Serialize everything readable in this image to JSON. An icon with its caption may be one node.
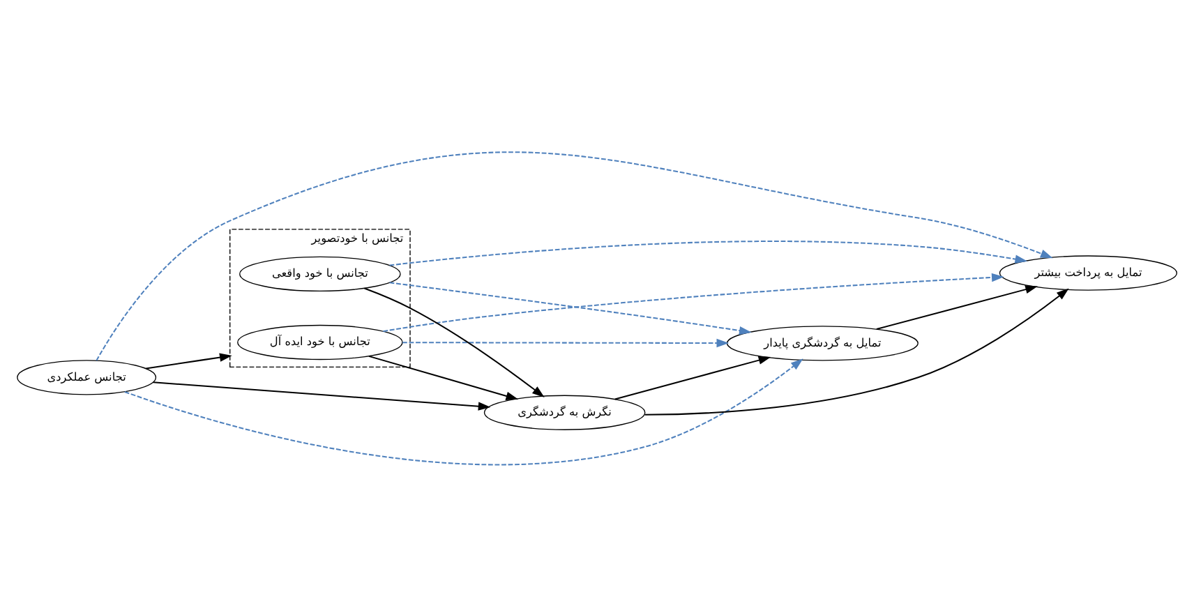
{
  "diagram": {
    "nodes": [
      {
        "text": [
          "تجانس عملکردی"
        ]
      },
      {
        "text": [
          "تجانس با خودتصویر"
        ]
      },
      {
        "text": [
          "تجانس با خود ایده آل"
        ],
        "in": 1
      },
      {
        "text": [
          "تجانس با خود واقعی"
        ],
        "in": 1
      },
      {
        "text": [
          "نگرش به گردشگری"
        ]
      },
      {
        "text": [
          "تمایل به گردشگری پایدار"
        ]
      },
      {
        "text": [
          "تمایل به پرداخت بیشتر"
        ]
      }
    ],
    "edges": [
      {
        "from": 0,
        "to": 1,
        "arrow": "to"
      },
      {
        "from": 0,
        "to": 4,
        "arrow": "to"
      },
      {
        "from": 0,
        "to": 5,
        "arrow": "to",
        "style": "dashed",
        "color": "#4f81bd"
      },
      {
        "from": 0,
        "to": 6,
        "arrow": "to",
        "style": "dashed",
        "color": "#4f81bd"
      },
      {
        "from": 2,
        "to": 4,
        "arrow": "to"
      },
      {
        "from": 2,
        "to": 5,
        "arrow": "to",
        "style": "dashed",
        "color": "#4f81bd"
      },
      {
        "from": 2,
        "to": 6,
        "arrow": "to",
        "style": "dashed",
        "color": "#4f81bd"
      },
      {
        "from": 3,
        "to": 4,
        "arrow": "to"
      },
      {
        "from": 3,
        "to": 5,
        "arrow": "to",
        "style": "dashed",
        "color": "#4f81bd"
      },
      {
        "from": 3,
        "to": 6,
        "arrow": "to",
        "style": "dashed",
        "color": "#4f81bd"
      },
      {
        "from": 4,
        "to": 5,
        "arrow": "to"
      },
      {
        "from": 4,
        "to": 6,
        "arrow": "to"
      },
      {
        "from": 5,
        "to": 6,
        "arrow": "to"
      }
    ]
  }
}
